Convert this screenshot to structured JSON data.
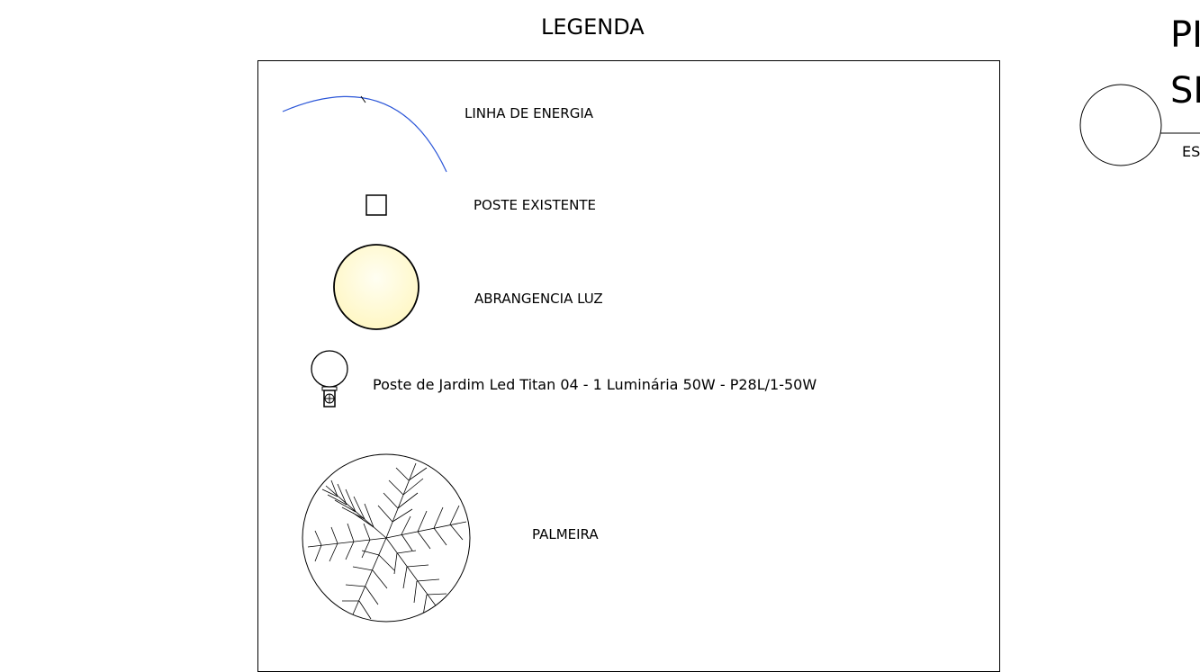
{
  "legend": {
    "title": "LEGENDA",
    "items": [
      {
        "label": "LINHA DE ENERGIA",
        "symbol": "blue-arc-line"
      },
      {
        "label": "POSTE EXISTENTE",
        "symbol": "square"
      },
      {
        "label": "ABRANGENCIA LUZ",
        "symbol": "light-yellow-circle"
      },
      {
        "label": "Poste de Jardim Led Titan 04 - 1 Luminária 50W - P28L/1-50W",
        "symbol": "garden-lamp"
      },
      {
        "label": "PALMEIRA",
        "symbol": "palm-tree"
      }
    ]
  },
  "sheet_header": {
    "line1": "PI",
    "line2": "SI",
    "small": "ES"
  },
  "colors": {
    "power_line": "#2b56d8",
    "light_fill": "#fffbd6",
    "stroke": "#000000"
  }
}
